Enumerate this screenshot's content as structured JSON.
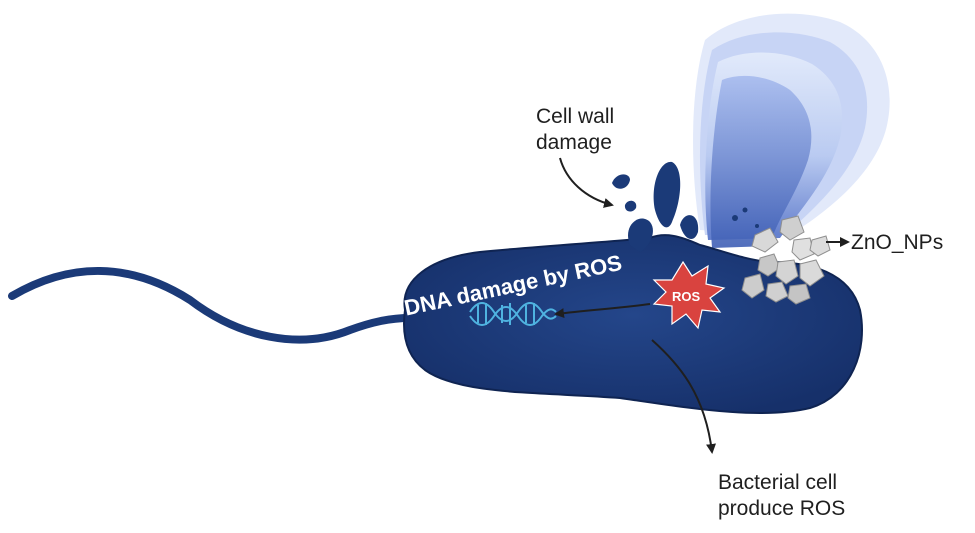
{
  "labels": {
    "cell_wall_line1": "Cell wall",
    "cell_wall_line2": "damage",
    "zno": "ZnO_NPs",
    "bacterial_line1": "Bacterial cell",
    "bacterial_line2": "produce ROS",
    "dna_damage": "DNA damage by ROS",
    "ros": "ROS"
  },
  "icons": {
    "bacterium": "bacterium-icon",
    "flagellum": "flagellum-icon",
    "dna": "dna-helix-icon",
    "ros_burst": "ros-starburst-icon",
    "nanoparticles": "zno-nanoparticles-icon",
    "leak": "cytoplasm-leak-plume-icon"
  },
  "colors": {
    "cell_body": "#1b3a78",
    "cell_body_dark": "#16306a",
    "plume": "#6b87d6",
    "ros_burst": "#d9433f",
    "dna": "#4fb3e0",
    "nanoparticle": "#c9c9c9",
    "arrow": "#1f1f1f"
  }
}
